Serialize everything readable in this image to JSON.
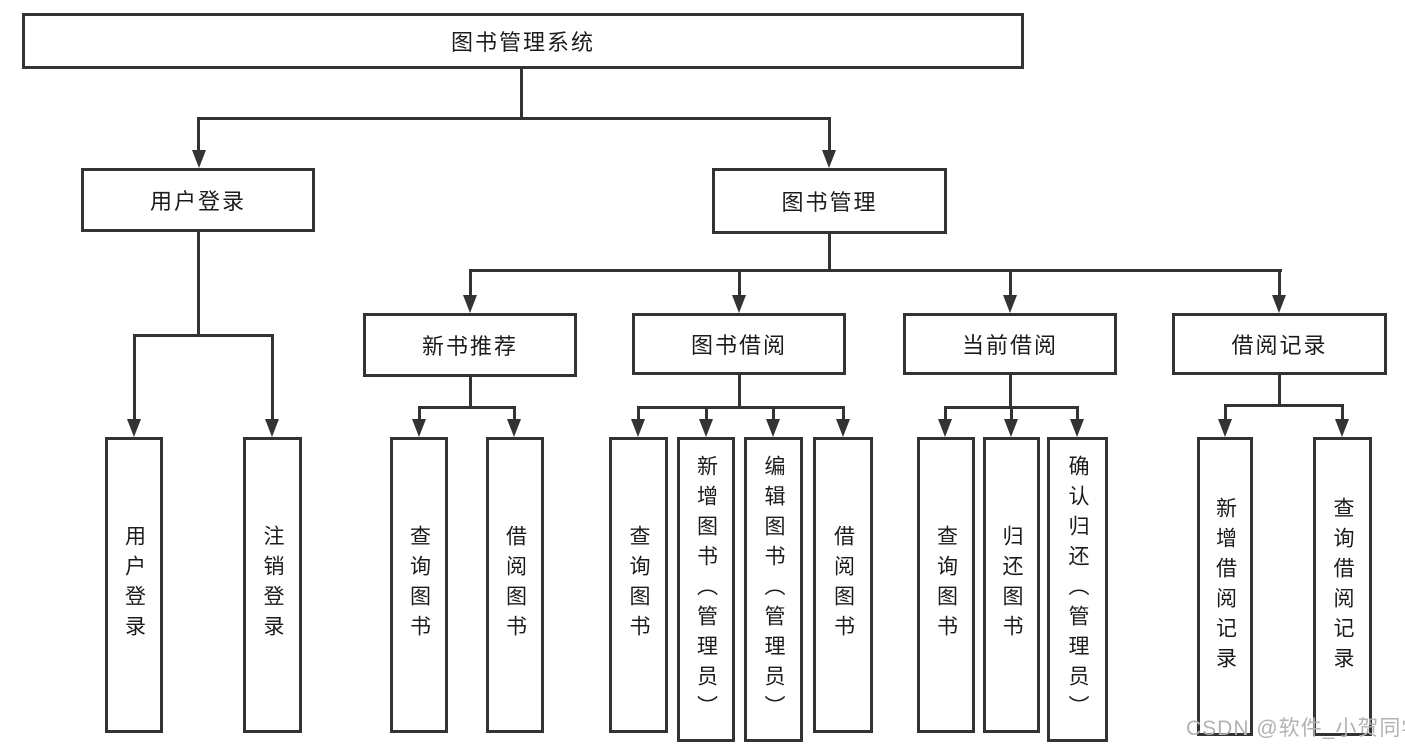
{
  "tree": {
    "root": {
      "label": "图书管理系统"
    },
    "children": [
      {
        "label": "用户登录",
        "children": [
          {
            "label": "用户登录"
          },
          {
            "label": "注销登录"
          }
        ]
      },
      {
        "label": "图书管理",
        "children": [
          {
            "label": "新书推荐",
            "children": [
              {
                "label": "查询图书"
              },
              {
                "label": "借阅图书"
              }
            ]
          },
          {
            "label": "图书借阅",
            "children": [
              {
                "label": "查询图书"
              },
              {
                "label": "新增图书（管理员）"
              },
              {
                "label": "编辑图书（管理员）"
              },
              {
                "label": "借阅图书"
              }
            ]
          },
          {
            "label": "当前借阅",
            "children": [
              {
                "label": "查询图书"
              },
              {
                "label": "归还图书"
              },
              {
                "label": "确认归还（管理员）"
              }
            ]
          },
          {
            "label": "借阅记录",
            "children": [
              {
                "label": "新增借阅记录"
              },
              {
                "label": "查询借阅记录"
              }
            ]
          }
        ]
      }
    ]
  },
  "watermark": {
    "text": "CSDN @软件_小贺同学"
  },
  "colors": {
    "line": "#333333",
    "box_border": "#333333",
    "background": "#ffffff",
    "text": "#1c1c1c",
    "watermark": "#b2b2b2"
  }
}
